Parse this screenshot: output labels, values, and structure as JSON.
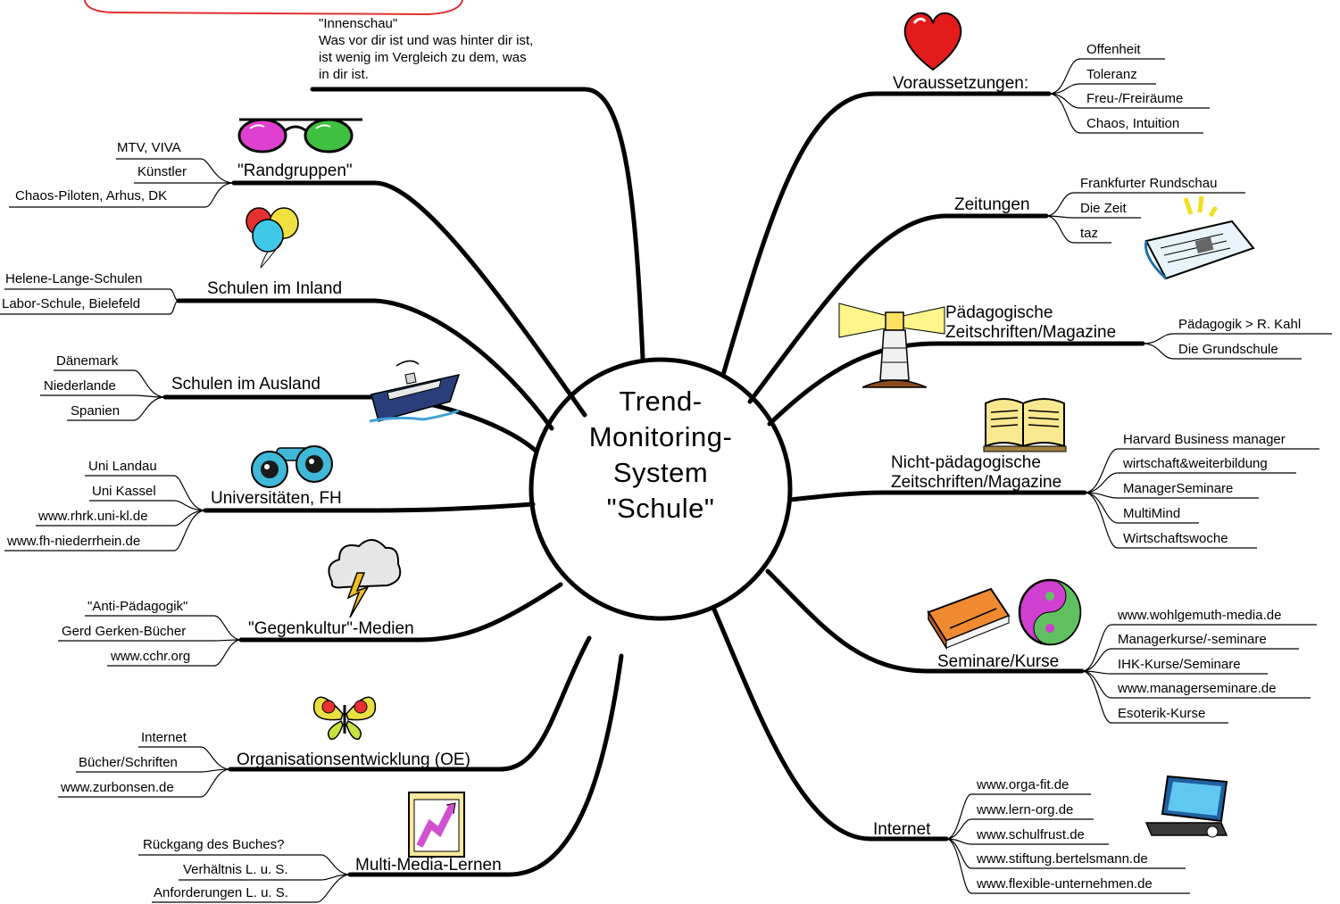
{
  "center": {
    "lines": [
      "Trend-",
      "Monitoring-",
      "System",
      "\"Schule\""
    ]
  },
  "quote": {
    "text": "\"Innenschau\"\nWas vor dir ist und was hinter dir ist,\nist wenig im Vergleich zu dem, was\nin dir ist."
  },
  "branches": {
    "randgruppen": {
      "label": "\"Randgruppen\"",
      "items": [
        "MTV, VIVA",
        "Künstler",
        "Chaos-Piloten, Arhus, DK"
      ]
    },
    "inland": {
      "label": "Schulen im Inland",
      "items": [
        "Helene-Lange-Schulen",
        "Labor-Schule, Bielefeld"
      ]
    },
    "ausland": {
      "label": "Schulen im Ausland",
      "items": [
        "Dänemark",
        "Niederlande",
        "Spanien"
      ]
    },
    "uni": {
      "label": "Universitäten, FH",
      "items": [
        "Uni Landau",
        "Uni Kassel",
        "www.rhrk.uni-kl.de",
        "www.fh-niederrhein.de"
      ]
    },
    "gegenkultur": {
      "label": "\"Gegenkultur\"-Medien",
      "items": [
        "\"Anti-Pädagogik\"",
        "Gerd Gerken-Bücher",
        "www.cchr.org"
      ]
    },
    "oe": {
      "label": "Organisationsentwicklung (OE)",
      "items": [
        "Internet",
        "Bücher/Schriften",
        "www.zurbonsen.de"
      ]
    },
    "multimedia": {
      "label": "Multi-Media-Lernen",
      "items": [
        "Rückgang des Buches?",
        "Verhältnis L. u. S.",
        "Anforderungen L. u. S."
      ]
    },
    "voraussetzungen": {
      "label": "Voraussetzungen:",
      "items": [
        "Offenheit",
        "Toleranz",
        "Freu-/Freiräume",
        "Chaos, Intuition"
      ]
    },
    "zeitungen": {
      "label": "Zeitungen",
      "items": [
        "Frankfurter Rundschau",
        "Die Zeit",
        "taz"
      ]
    },
    "paed": {
      "label_lines": [
        "Pädagogische",
        "Zeitschriften/Magazine"
      ],
      "items": [
        "Pädagogik > R. Kahl",
        "Die Grundschule"
      ]
    },
    "nichtpaed": {
      "label_lines": [
        "Nicht-pädagogische",
        "Zeitschriften/Magazine"
      ],
      "items": [
        "Harvard Business manager",
        "wirtschaft&weiterbildung",
        "ManagerSeminare",
        "MultiMind",
        "Wirtschaftswoche"
      ]
    },
    "seminare": {
      "label": "Seminare/Kurse",
      "items": [
        "www.wohlgemuth-media.de",
        "Managerkurse/-seminare",
        "IHK-Kurse/Seminare",
        "www.managerseminare.de",
        "Esoterik-Kurse"
      ]
    },
    "internet": {
      "label": "Internet",
      "items": [
        "www.orga-fit.de",
        "www.lern-org.de",
        "www.schulfrust.de",
        "www.stiftung.bertelsmann.de",
        "www.flexible-unternehmen.de"
      ]
    }
  },
  "icons": [
    "heart-icon",
    "newspaper-icon",
    "lighthouse-icon",
    "open-book-icon",
    "closed-book-icon",
    "yin-yang-icon",
    "laptop-icon",
    "sunglasses-icon",
    "balloons-icon",
    "ship-icon",
    "binoculars-icon",
    "storm-cloud-icon",
    "butterfly-icon",
    "chart-card-icon"
  ],
  "colors": {
    "cloud_outline": "#e03030",
    "heart": "#e31b1b",
    "sunglasses_left": "#e040d0",
    "sunglasses_right": "#40c040"
  }
}
